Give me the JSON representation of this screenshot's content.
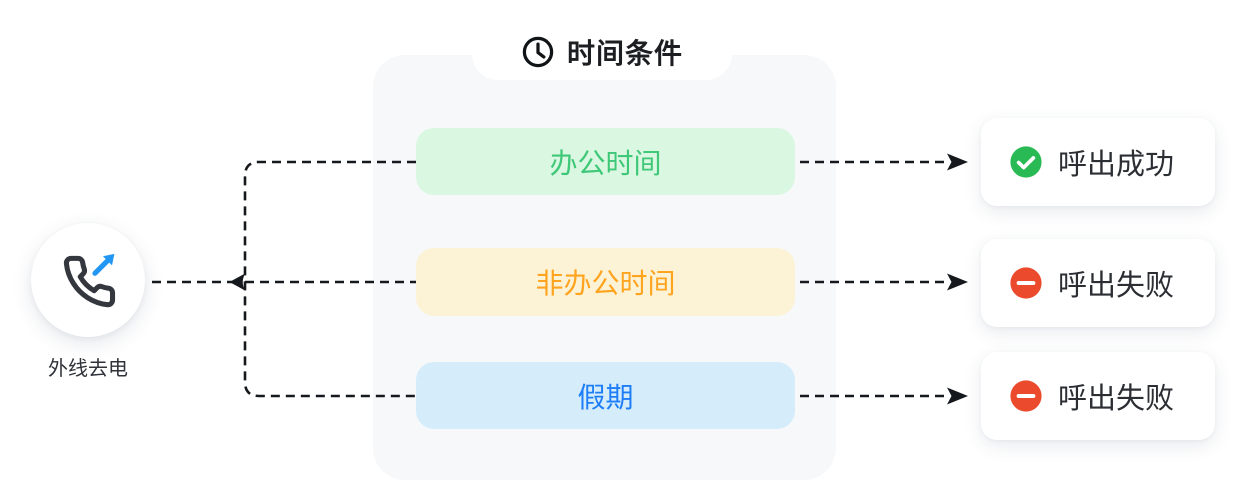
{
  "diagram": {
    "source": {
      "label": "外线去电",
      "icon": "phone-outgoing-icon",
      "phone_color": "#34383e",
      "arrow_color": "#2196f3"
    },
    "panel": {
      "title": "时间条件",
      "icon": "clock-icon",
      "background": "#f7f8fa",
      "conditions": [
        {
          "label": "办公时间",
          "bg": "#d9f7e1",
          "color": "#3fc878"
        },
        {
          "label": "非办公时间",
          "bg": "#fcf3d6",
          "color": "#ffa41f"
        },
        {
          "label": "假期",
          "bg": "#d5edfb",
          "color": "#1e7ef7"
        }
      ]
    },
    "results": [
      {
        "label": "呼出成功",
        "status": "success",
        "icon": "check-circle-icon",
        "icon_color": "#2aba55"
      },
      {
        "label": "呼出失败",
        "status": "fail",
        "icon": "minus-circle-icon",
        "icon_color": "#ec4a2c"
      },
      {
        "label": "呼出失败",
        "status": "fail",
        "icon": "minus-circle-icon",
        "icon_color": "#ec4a2c"
      }
    ],
    "connector_color": "#15181c"
  }
}
